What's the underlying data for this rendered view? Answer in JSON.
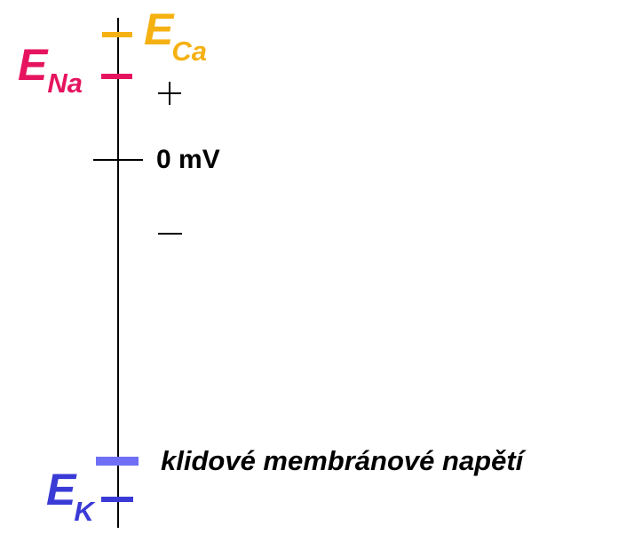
{
  "colors": {
    "axis": "#000000",
    "ca": "#f5b112",
    "na": "#e6145f",
    "k": "#3a3ad6",
    "resting": "#6f6ff5"
  },
  "labels": {
    "e_ca": {
      "main": "E",
      "sub": "Ca"
    },
    "e_na": {
      "main": "E",
      "sub": "Na"
    },
    "e_k": {
      "main": "E",
      "sub": "K"
    },
    "zero": "0 mV",
    "resting": "klidové membránové napětí"
  },
  "symbols": {
    "positive": "plus-sign",
    "negative": "minus-sign"
  }
}
